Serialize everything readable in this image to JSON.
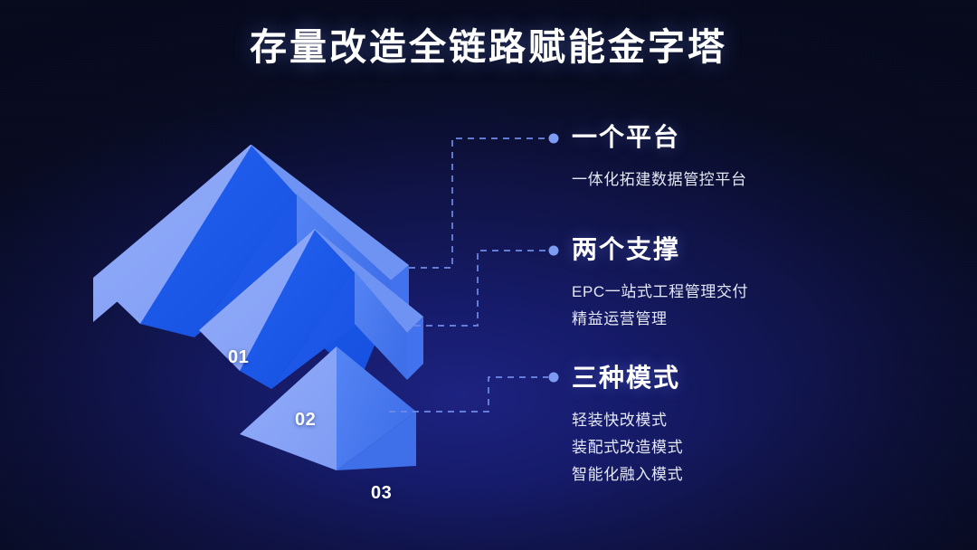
{
  "slide": {
    "title": "存量改造全链路赋能金字塔",
    "background_color": "#0c1038",
    "accent_color": "#4a7bf0",
    "title_color": "#ffffff"
  },
  "pyramid": {
    "name": "exploded-3d-pyramid",
    "face_light_color": "#8aa5f6",
    "face_mid_color": "#4a7bf0",
    "face_deep_color": "#1e5be8",
    "layers": [
      {
        "number": "01",
        "linked_block": "一个平台"
      },
      {
        "number": "02",
        "linked_block": "两个支撑"
      },
      {
        "number": "03",
        "linked_block": "三种模式"
      }
    ]
  },
  "connectors": {
    "style": "dashed",
    "color": "#6f8ae8",
    "dot_color": "#7d9bf2",
    "count": 3
  },
  "blocks": [
    {
      "id": "one-platform",
      "heading": "一个平台",
      "lines": [
        "一体化拓建数据管控平台"
      ]
    },
    {
      "id": "two-supports",
      "heading": "两个支撑",
      "lines": [
        "EPC一站式工程管理交付",
        "精益运营管理"
      ]
    },
    {
      "id": "three-modes",
      "heading": "三种模式",
      "lines": [
        "轻装快改模式",
        "装配式改造模式",
        "智能化融入模式"
      ]
    }
  ]
}
